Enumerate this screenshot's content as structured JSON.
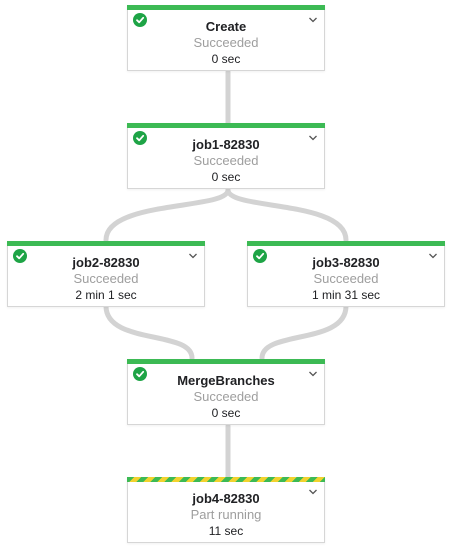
{
  "colors": {
    "success": "#3cba54",
    "running_stripe": "#f2d22e",
    "edge": "#d3d3d3"
  },
  "nodes": [
    {
      "id": "create",
      "title": "Create",
      "state": "Succeeded",
      "duration": "0 sec",
      "status_icon": "check-circle-icon",
      "progress": "complete"
    },
    {
      "id": "job1",
      "title": "job1-82830",
      "state": "Succeeded",
      "duration": "0 sec",
      "status_icon": "check-circle-icon",
      "progress": "complete"
    },
    {
      "id": "job2",
      "title": "job2-82830",
      "state": "Succeeded",
      "duration": "2 min 1 sec",
      "status_icon": "check-circle-icon",
      "progress": "complete"
    },
    {
      "id": "job3",
      "title": "job3-82830",
      "state": "Succeeded",
      "duration": "1 min 31 sec",
      "status_icon": "check-circle-icon",
      "progress": "complete"
    },
    {
      "id": "merge",
      "title": "MergeBranches",
      "state": "Succeeded",
      "duration": "0 sec",
      "status_icon": "check-circle-icon",
      "progress": "complete"
    },
    {
      "id": "job4",
      "title": "job4-82830",
      "state": "Part running",
      "duration": "11 sec",
      "status_icon": "none",
      "progress": "running"
    }
  ],
  "edges": [
    {
      "from": "create",
      "to": "job1"
    },
    {
      "from": "job1",
      "to": "job2"
    },
    {
      "from": "job1",
      "to": "job3"
    },
    {
      "from": "job2",
      "to": "merge"
    },
    {
      "from": "job3",
      "to": "merge"
    },
    {
      "from": "merge",
      "to": "job4"
    }
  ]
}
